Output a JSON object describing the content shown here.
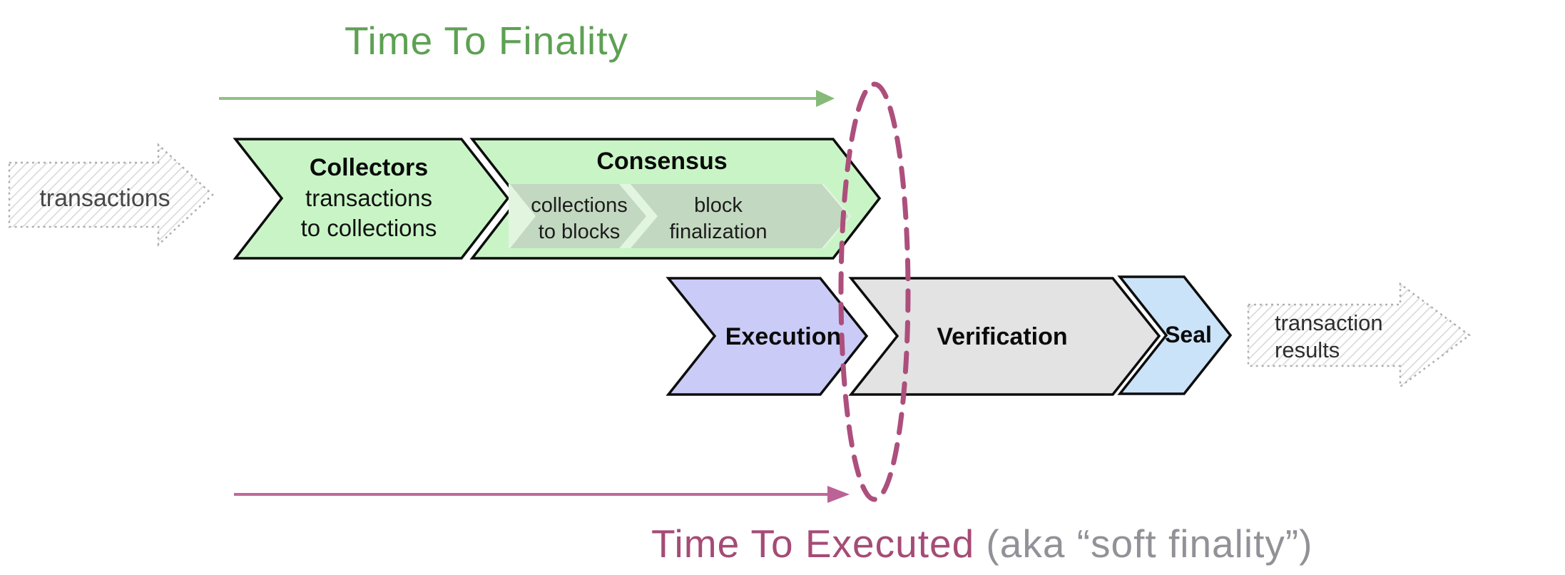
{
  "diagram": {
    "finality": {
      "label": "Time To Finality",
      "text_color": "#5da153",
      "arrow_color": "#90c283",
      "arrowhead_color": "#86ba78"
    },
    "executed": {
      "label": "Time To Executed",
      "suffix": " (aka “soft finality”)",
      "text_color": "#a54b76",
      "suffix_color": "#919197",
      "arrow_color": "#c0689b",
      "arrowhead_color": "#bb6397",
      "ellipse_color": "#ad4f7c"
    },
    "input_arrow": {
      "label": "transactions"
    },
    "output_arrow": {
      "line1": "transaction",
      "line2": "results"
    },
    "stages": {
      "collectors": {
        "title": "Collectors",
        "line1": "transactions",
        "line2": "to collections",
        "fill": "#c9f5c6"
      },
      "consensus": {
        "title": "Consensus",
        "fill": "#c9f5c6",
        "band_fill": "#e2f5de",
        "sub_fill": "#c3d8c0",
        "sub1": {
          "line1": "collections",
          "line2": "to blocks"
        },
        "sub2": {
          "line1": "block",
          "line2": "finalization"
        }
      },
      "execution": {
        "title": "Execution",
        "fill": "#cbcbf7"
      },
      "verification": {
        "title": "Verification",
        "fill": "#e3e3e3"
      },
      "seal": {
        "title": "Seal",
        "fill": "#cbe3f9"
      }
    }
  }
}
